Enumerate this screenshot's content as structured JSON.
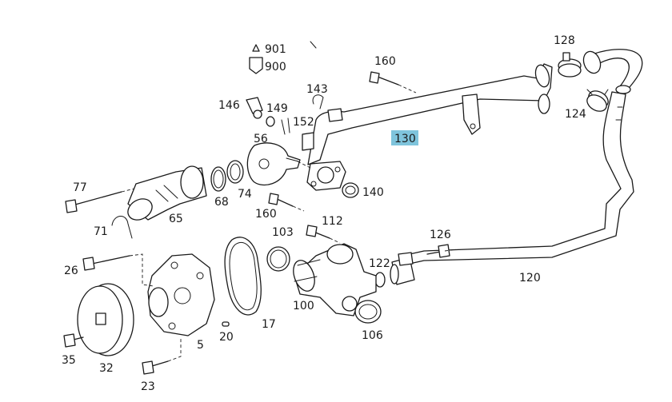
{
  "diagram": {
    "highlight_color": "#7fc4dc",
    "callouts": {
      "p901": "901",
      "p900": "900",
      "p128": "128",
      "p160a": "160",
      "p143": "143",
      "p146": "146",
      "p149": "149",
      "p152": "152",
      "p124": "124",
      "p130": "130",
      "p56": "56",
      "p77": "77",
      "p68": "68",
      "p74": "74",
      "p140": "140",
      "p160b": "160",
      "p65": "65",
      "p71": "71",
      "p112": "112",
      "p103": "103",
      "p126": "126",
      "p26": "26",
      "p122": "122",
      "p120": "120",
      "p100": "100",
      "p17": "17",
      "p106": "106",
      "p5": "5",
      "p20": "20",
      "p35": "35",
      "p32": "32",
      "p23": "23"
    }
  }
}
